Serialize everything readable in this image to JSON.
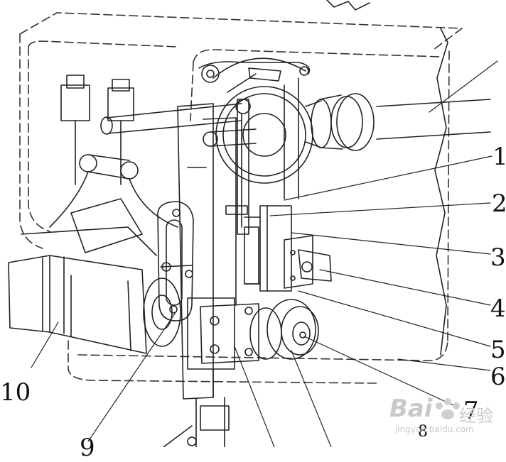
{
  "callouts": [
    {
      "id": "1",
      "text": "1"
    },
    {
      "id": "2",
      "text": "2"
    },
    {
      "id": "3",
      "text": "3"
    },
    {
      "id": "4",
      "text": "4"
    },
    {
      "id": "5",
      "text": "5"
    },
    {
      "id": "6",
      "text": "6"
    },
    {
      "id": "7",
      "text": "7"
    },
    {
      "id": "8",
      "text": "8"
    },
    {
      "id": "9",
      "text": "9"
    },
    {
      "id": "10",
      "text": "10"
    }
  ],
  "watermark": {
    "brand": "Bai",
    "brand_tail": "经验",
    "url": "jingyan.baidu.com"
  },
  "colors": {
    "line": "#222222",
    "dash": "#333333",
    "watermark": "#cccccc"
  }
}
